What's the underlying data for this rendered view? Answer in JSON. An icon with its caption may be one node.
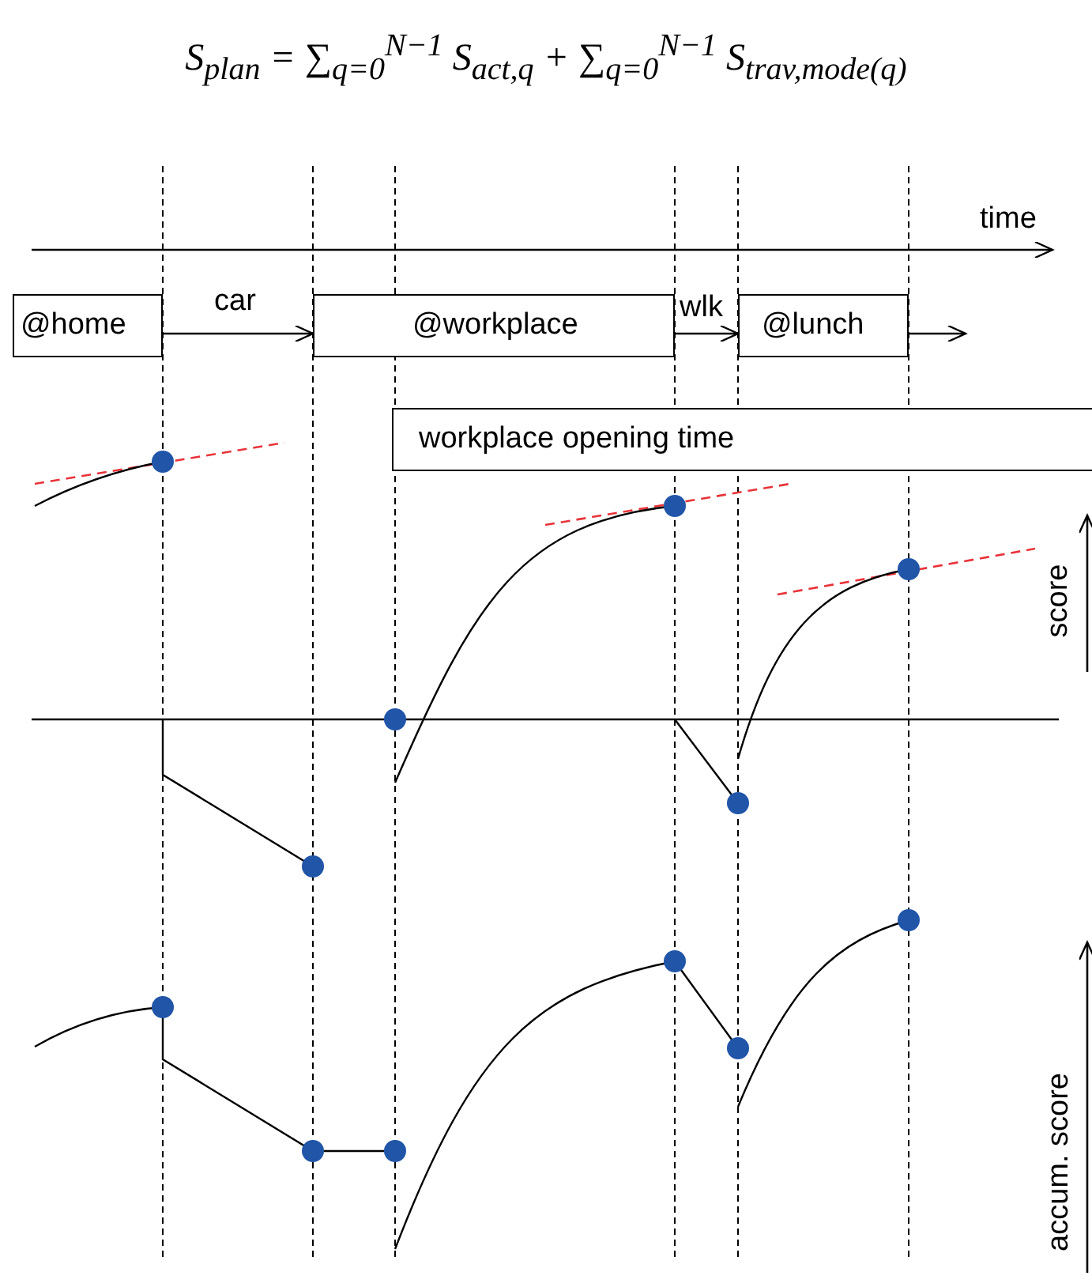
{
  "diagram": {
    "title": "S$_{plan}$ = ∑$_{q=0}$$^{N−1}$ S$_{act,q}$ + ∑$_{q=0}$$^{N−1}$ S$_{trav,mode(q)}$",
    "nodes": [
      {
        "text": [
          "@home"
        ]
      },
      {
        "text": [
          "@workplace"
        ]
      },
      {
        "text": [
          "@lunch"
        ]
      },
      {
        "text": [
          "workplace opening time"
        ]
      }
    ],
    "edges": [
      {
        "from": 0,
        "to": 1,
        "arrow": "to",
        "label": "car"
      },
      {
        "from": 1,
        "to": 2,
        "arrow": "to",
        "label": "wlk"
      },
      {
        "from": 2,
        "to": null,
        "arrow": "to"
      }
    ],
    "labels": [
      "time",
      "score",
      "accum. score"
    ]
  }
}
